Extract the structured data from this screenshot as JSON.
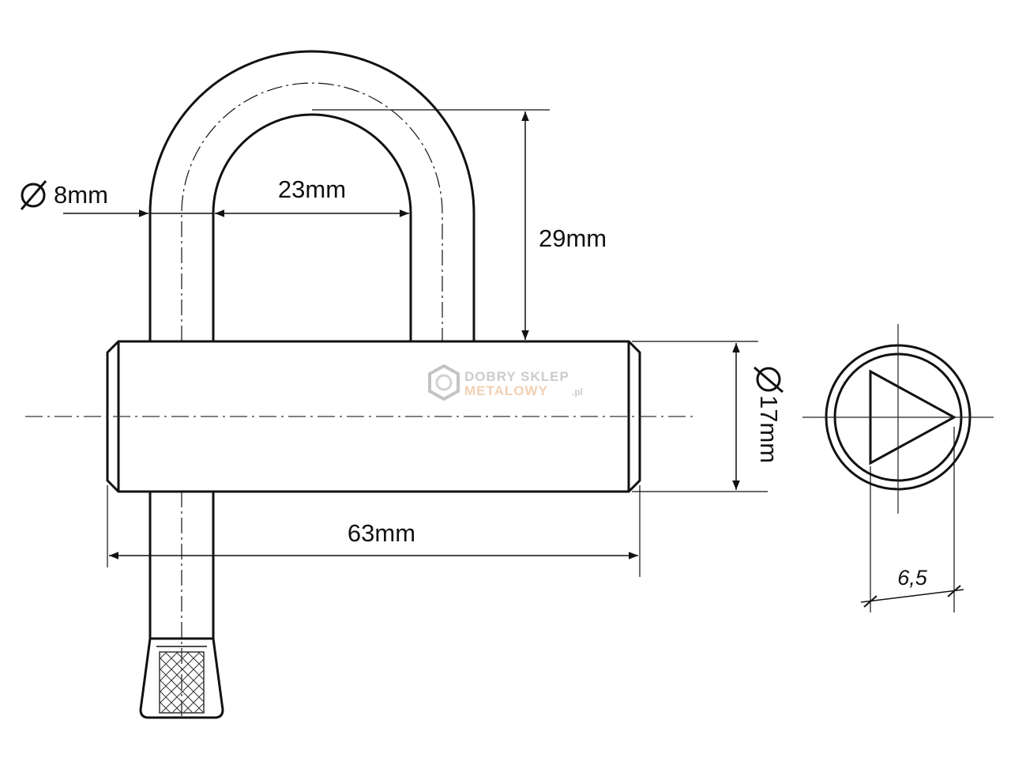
{
  "dimensions": {
    "shackle_diameter": "8mm",
    "shackle_inner_width": "23mm",
    "shackle_clearance": "29mm",
    "body_diameter": "17mm",
    "body_length": "63mm",
    "key_size": "6,5"
  },
  "watermark": {
    "line1": "DOBRY SKLEP",
    "line2": "METALOWY",
    "suffix": ".pl"
  },
  "colors": {
    "line": "#111111",
    "watermark_gray": "#b9b9b9",
    "watermark_orange": "#f0c8a6"
  }
}
